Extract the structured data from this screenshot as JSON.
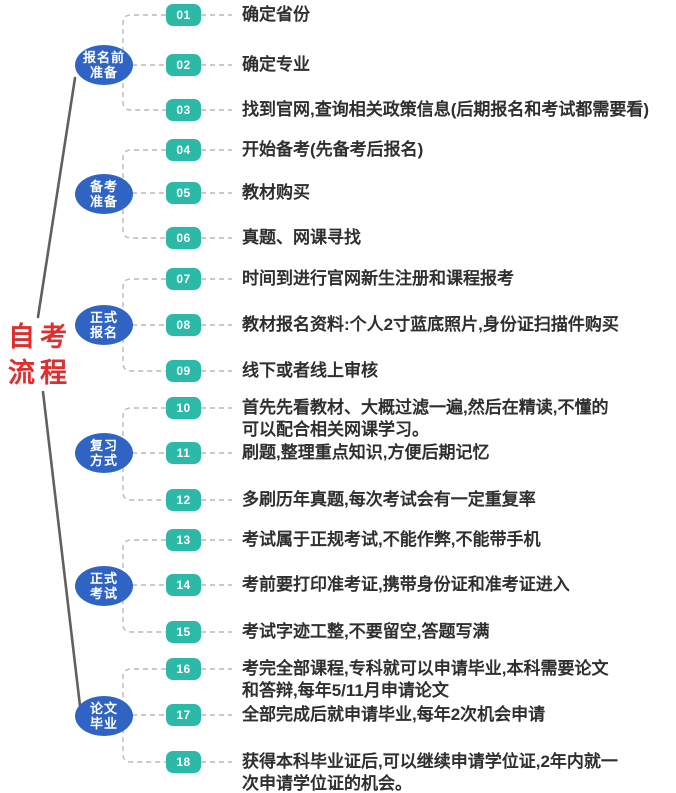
{
  "title": {
    "line1": "自考",
    "line2": "流程"
  },
  "colors": {
    "teal": "#2cb9a7",
    "blue": "#2f63c4",
    "red": "#dc2f2f",
    "text": "#2f2f2f",
    "dash": "#b9b9b9",
    "trunk": "#606060"
  },
  "groups": [
    {
      "label_line1": "报名前",
      "label_line2": "准备",
      "items": [
        {
          "num": "01",
          "lines": [
            "确定省份"
          ]
        },
        {
          "num": "02",
          "lines": [
            "确定专业"
          ]
        },
        {
          "num": "03",
          "lines": [
            "找到官网,查询相关政策信息(后期报名和考试都需要看)"
          ]
        }
      ]
    },
    {
      "label_line1": "备考",
      "label_line2": "准备",
      "items": [
        {
          "num": "04",
          "lines": [
            "开始备考(先备考后报名)"
          ]
        },
        {
          "num": "05",
          "lines": [
            "教材购买"
          ]
        },
        {
          "num": "06",
          "lines": [
            "真题、网课寻找"
          ]
        }
      ]
    },
    {
      "label_line1": "正式",
      "label_line2": "报名",
      "items": [
        {
          "num": "07",
          "lines": [
            "时间到进行官网新生注册和课程报考"
          ]
        },
        {
          "num": "08",
          "lines": [
            "教材报名资料:个人2寸蓝底照片,身份证扫描件购买"
          ]
        },
        {
          "num": "09",
          "lines": [
            "线下或者线上审核"
          ]
        }
      ]
    },
    {
      "label_line1": "复习",
      "label_line2": "方式",
      "items": [
        {
          "num": "10",
          "lines": [
            "首先先看教材、大概过滤一遍,然后在精读,不懂的",
            "可以配合相关网课学习。"
          ]
        },
        {
          "num": "11",
          "lines": [
            "刷题,整理重点知识,方便后期记忆"
          ]
        },
        {
          "num": "12",
          "lines": [
            "多刷历年真题,每次考试会有一定重复率"
          ]
        }
      ]
    },
    {
      "label_line1": "正式",
      "label_line2": "考试",
      "items": [
        {
          "num": "13",
          "lines": [
            "考试属于正规考试,不能作弊,不能带手机"
          ]
        },
        {
          "num": "14",
          "lines": [
            "考前要打印准考证,携带身份证和准考证进入"
          ]
        },
        {
          "num": "15",
          "lines": [
            "考试字迹工整,不要留空,答题写满"
          ]
        }
      ]
    },
    {
      "label_line1": "论文",
      "label_line2": "毕业",
      "items": [
        {
          "num": "16",
          "lines": [
            "考完全部课程,专科就可以申请毕业,本科需要论文",
            "和答辩,每年5/11月申请论文"
          ]
        },
        {
          "num": "17",
          "lines": [
            "全部完成后就申请毕业,每年2次机会申请"
          ]
        },
        {
          "num": "18",
          "lines": [
            "获得本科毕业证后,可以继续申请学位证,2年内就一",
            "次申请学位证的机会。"
          ]
        }
      ]
    }
  ]
}
